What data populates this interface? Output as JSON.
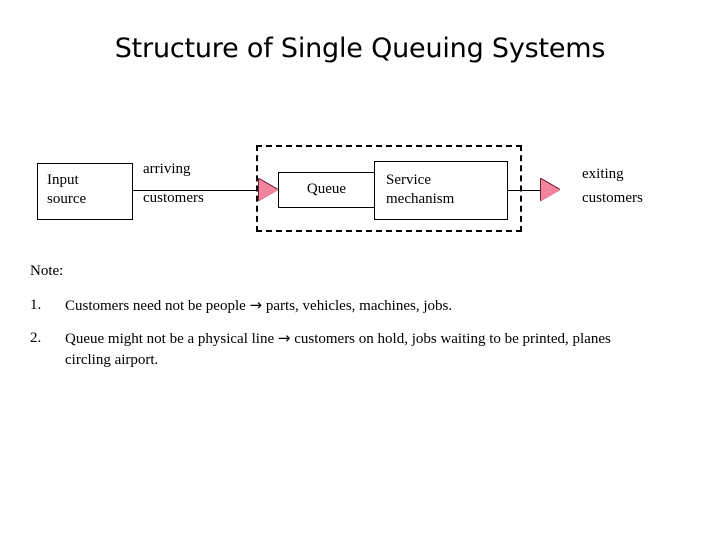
{
  "slide": {
    "title": "Structure of Single Queuing Systems",
    "background_color": "#ffffff",
    "text_color": "#000000"
  },
  "diagram": {
    "accent_color": "#f2849e",
    "boxes": [
      {
        "id": "input-source",
        "line1": "Input",
        "line2": "source"
      },
      {
        "id": "queue",
        "label": "Queue"
      },
      {
        "id": "service-mechanism",
        "line1": "Service",
        "line2": "mechanism"
      }
    ],
    "labels": {
      "arriving_line1": "arriving",
      "arriving_line2": "customers",
      "exiting_line1": "exiting",
      "exiting_line2": "customers"
    },
    "boundary_label": "queuing-system-boundary"
  },
  "notes": {
    "heading": "Note:",
    "items": [
      {
        "number": "1.",
        "text_before": "Customers need not be people ",
        "arrow": "→",
        "text_after": " parts, vehicles, machines, jobs."
      },
      {
        "number": "2.",
        "text_before": "Queue might not be a physical line ",
        "arrow": "→",
        "text_after": " customers on hold, jobs waiting to be printed, planes circling airport."
      }
    ]
  }
}
